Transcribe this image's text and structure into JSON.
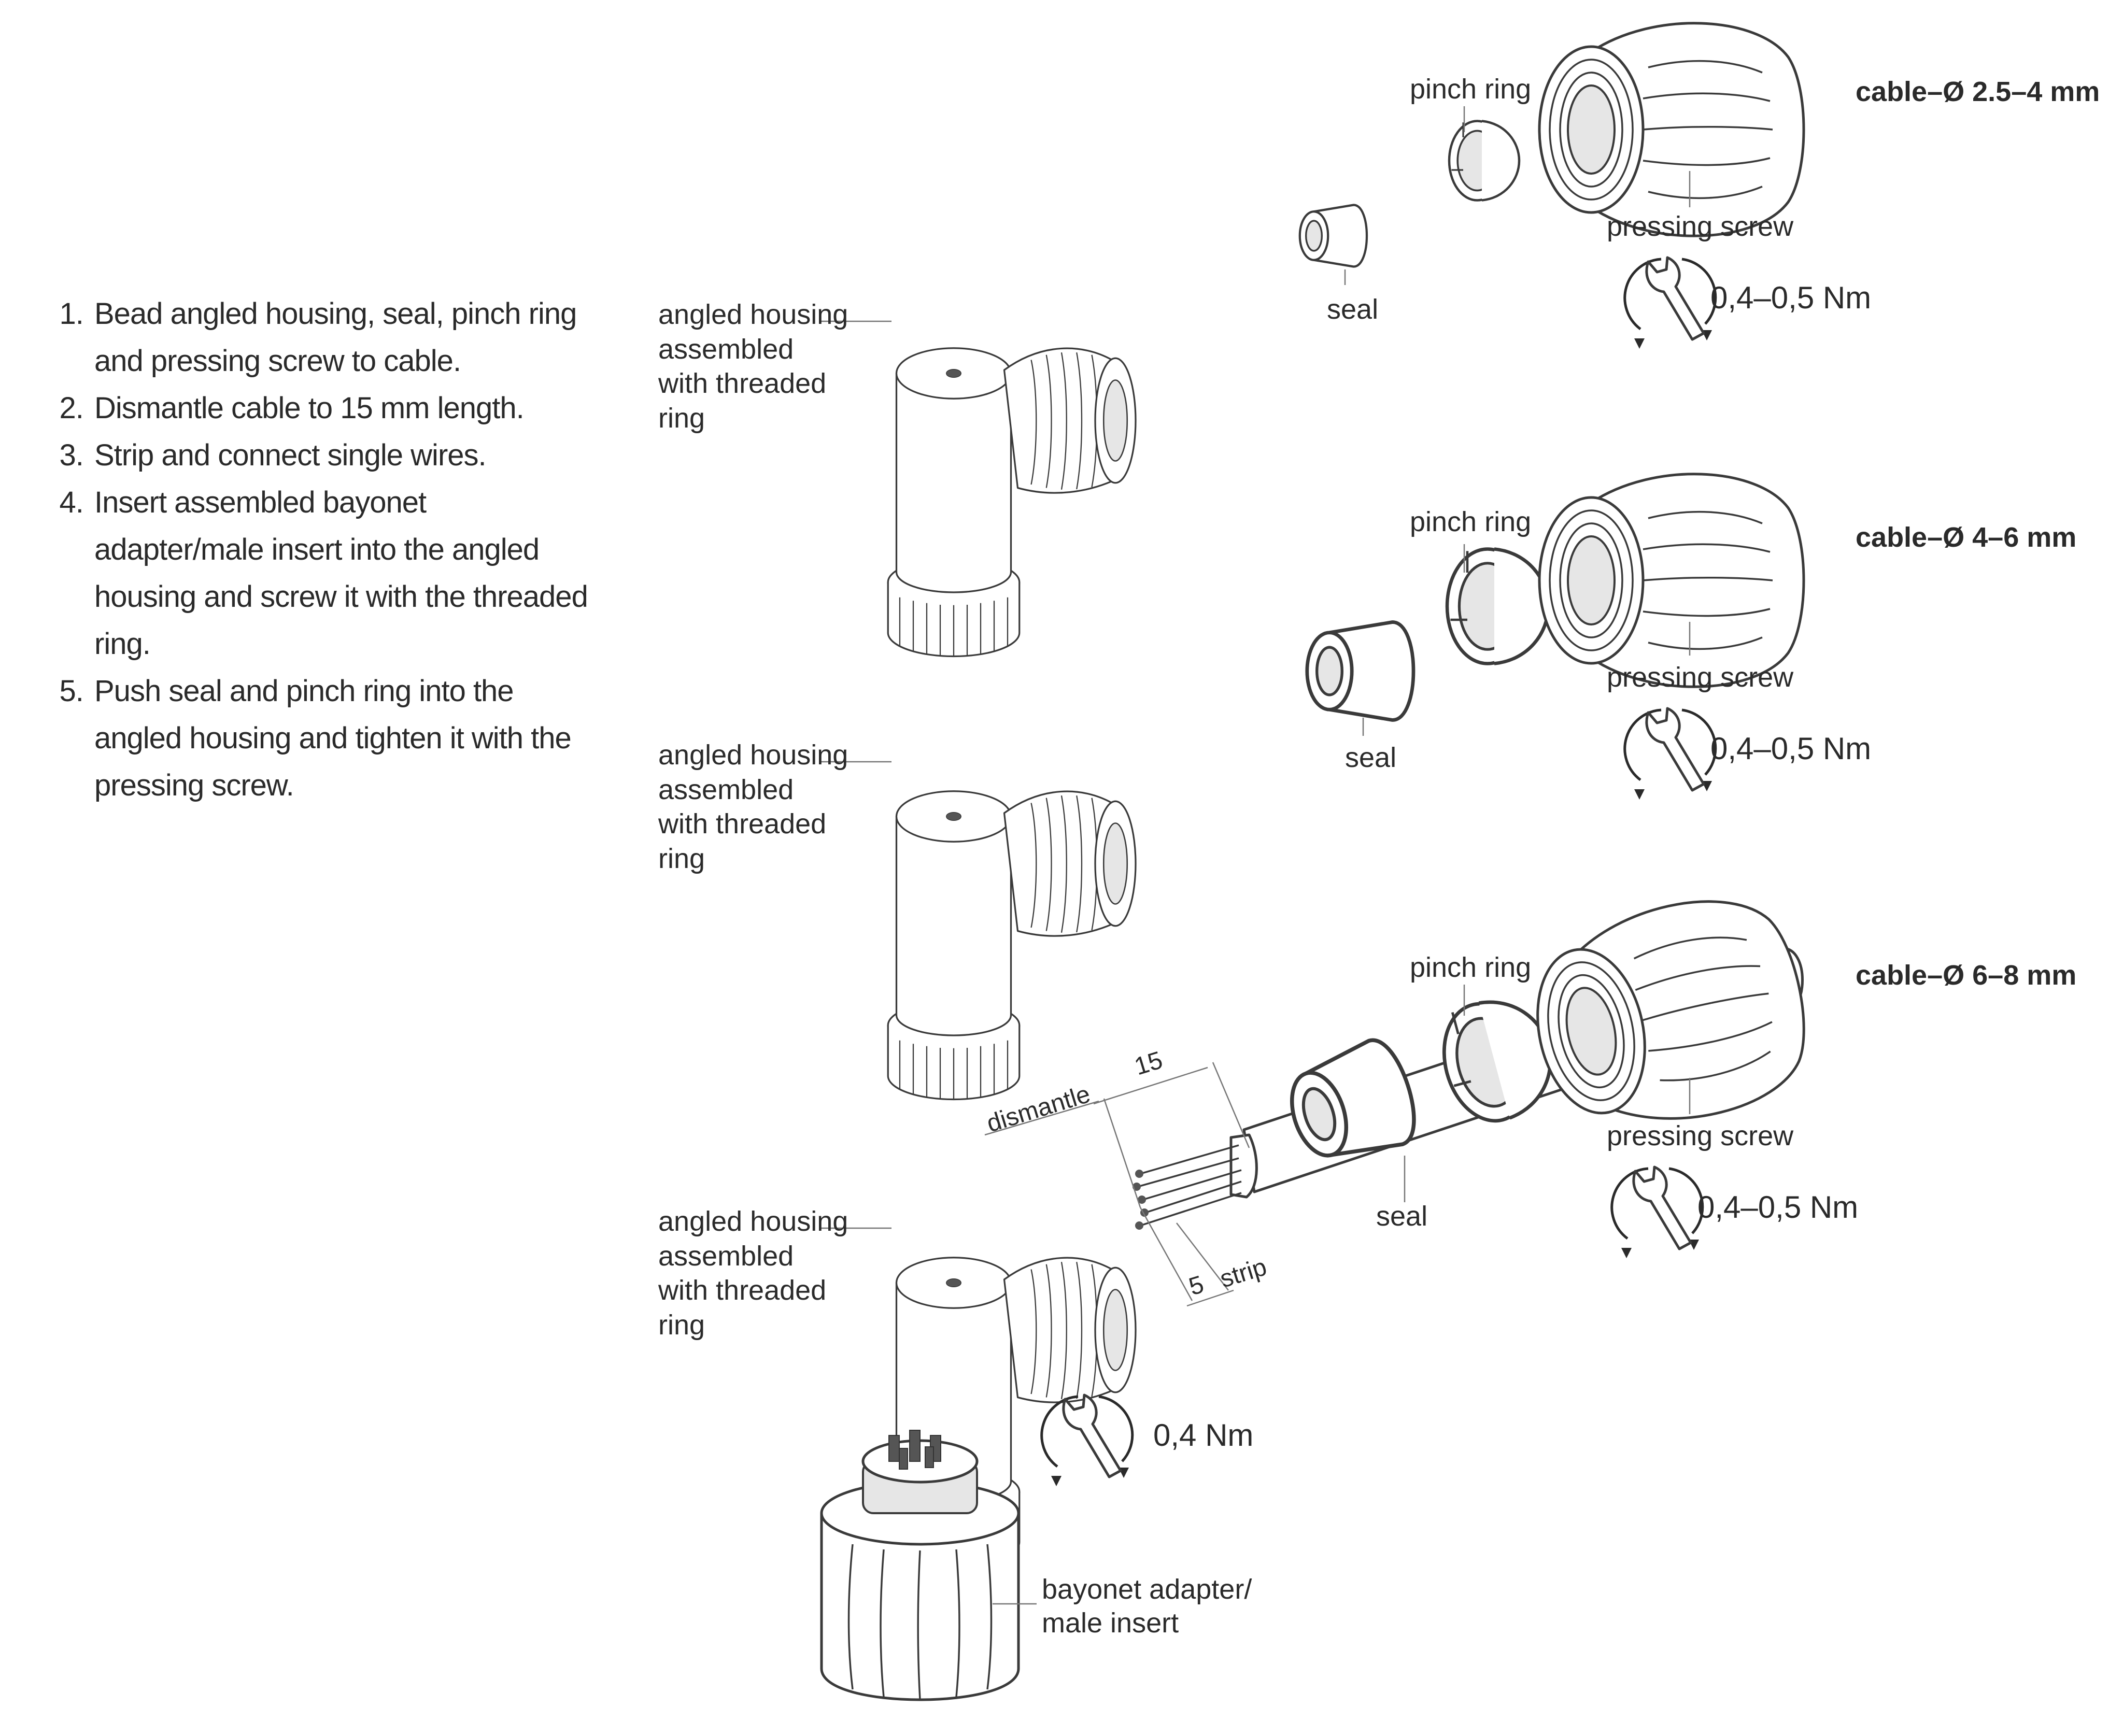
{
  "instructions": [
    "Bead angled housing, seal, pinch ring and pressing screw to cable.",
    "Dismantle cable to 15 mm length.",
    "Strip and connect single wires.",
    "Insert assembled bayonet adapter/male insert into the angled housing and screw it with the threaded ring.",
    "Push seal and pinch ring into the angled housing and tighten it with the pressing screw."
  ],
  "labels": {
    "angled_housing_l1": "angled housing",
    "angled_housing_l2": "assembled",
    "angled_housing_l3": "with threaded",
    "angled_housing_l4": "ring",
    "pinch_ring": "pinch ring",
    "pressing_screw": "pressing screw",
    "seal": "seal",
    "bayonet_l1": "bayonet adapter/",
    "bayonet_l2": "male insert",
    "dismantle": "dismantle",
    "strip": "strip",
    "dim_15": "15",
    "dim_5": "5"
  },
  "cable_sizes": {
    "small": "cable–Ø 2.5–4 mm",
    "medium": "cable–Ø 4–6 mm",
    "large": "cable–Ø 6–8 mm"
  },
  "torques": {
    "pressing_screw": "0,4–0,5 Nm",
    "threaded_ring": "0,4 Nm"
  },
  "icons": [
    "torque-wrench-icon"
  ]
}
